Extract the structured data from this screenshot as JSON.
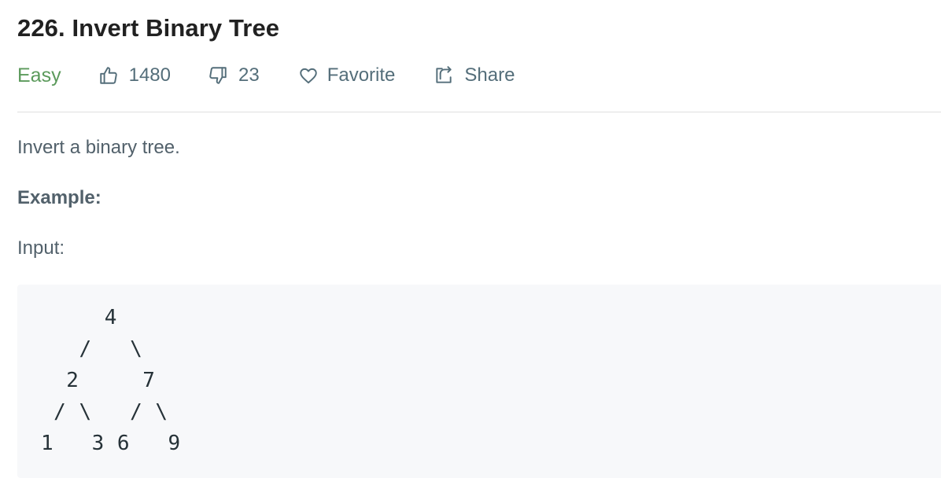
{
  "problem": {
    "title": "226. Invert Binary Tree",
    "difficulty": "Easy",
    "likes": "1480",
    "dislikes": "23",
    "favorite_label": "Favorite",
    "share_label": "Share"
  },
  "icons": {
    "like": "thumbs-up-icon",
    "dislike": "thumbs-down-icon",
    "favorite": "heart-icon",
    "share": "share-icon"
  },
  "colors": {
    "difficulty_easy": "#5b9a5b",
    "meta_text": "#546e7a",
    "code_background": "#f7f8fa"
  },
  "content": {
    "description": "Invert a binary tree.",
    "example_label": "Example:",
    "input_label": "Input:",
    "input_tree_lines": [
      "     4",
      "   /   \\",
      "  2     7",
      " / \\   / \\",
      "1   3 6   9"
    ]
  }
}
